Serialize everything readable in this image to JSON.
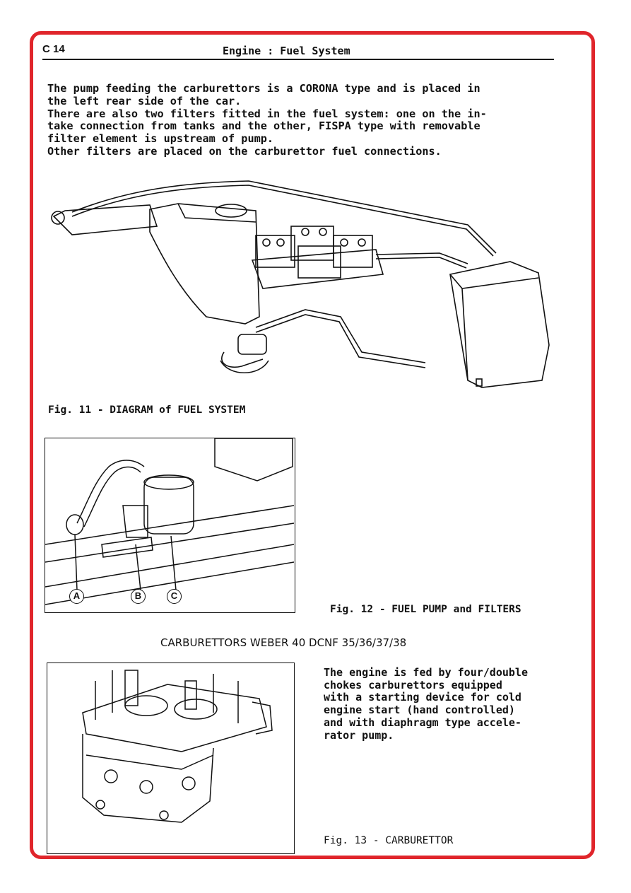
{
  "header": {
    "page_id": "C 14",
    "title": "Engine : Fuel System"
  },
  "intro": {
    "lines": [
      "The pump feeding the carburettors is a CORONA type and is placed in",
      "the left rear side of the car.",
      "There are also two filters fitted in the fuel system: one on the in-",
      "take connection from tanks and the other, FISPA type with removable",
      "filter element is upstream of pump.",
      "Other filters are placed on the carburettor fuel connections."
    ]
  },
  "figures": {
    "fig11": {
      "caption": "Fig. 11 - DIAGRAM of FUEL SYSTEM"
    },
    "fig12": {
      "caption": "Fig. 12 - FUEL PUMP and FILTERS",
      "callouts": [
        "A",
        "B",
        "C"
      ]
    },
    "fig13": {
      "caption": "Fig. 13 - CARBURETTOR"
    }
  },
  "section": {
    "heading": "CARBURETTORS WEBER 40 DCNF 35/36/37/38",
    "lines": [
      "The engine is fed by four/double",
      "chokes carburettors equipped",
      "with a starting device for cold",
      "engine start (hand controlled)",
      "and with diaphragm type accele-",
      "rator pump."
    ]
  },
  "colors": {
    "border": "#e0252b",
    "ink": "#111111"
  }
}
